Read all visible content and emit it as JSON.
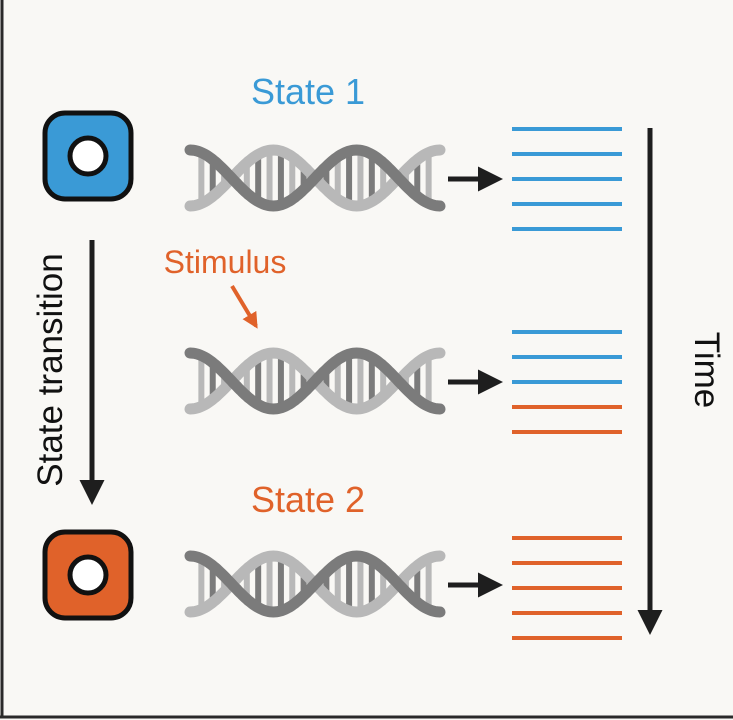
{
  "labels": {
    "state1": "State 1",
    "state2": "State 2",
    "stimulus": "Stimulus",
    "state_transition": "State transition",
    "time": "Time"
  },
  "colors": {
    "background": "#f9f8f5",
    "frame": "#2a2a2a",
    "state1": "#3a9ad6",
    "state2": "#e0622a",
    "arrow": "#1e1e1e",
    "dna_dark": "#7b7b7b",
    "dna_light": "#b8b8b8"
  },
  "icons": {
    "cell1": "cell-icon",
    "cell2": "cell-icon",
    "dna": "dna-helix-icon"
  },
  "readouts": [
    [
      "state1",
      "state1",
      "state1",
      "state1",
      "state1"
    ],
    [
      "state1",
      "state1",
      "state1",
      "state2",
      "state2"
    ],
    [
      "state2",
      "state2",
      "state2",
      "state2",
      "state2"
    ]
  ]
}
